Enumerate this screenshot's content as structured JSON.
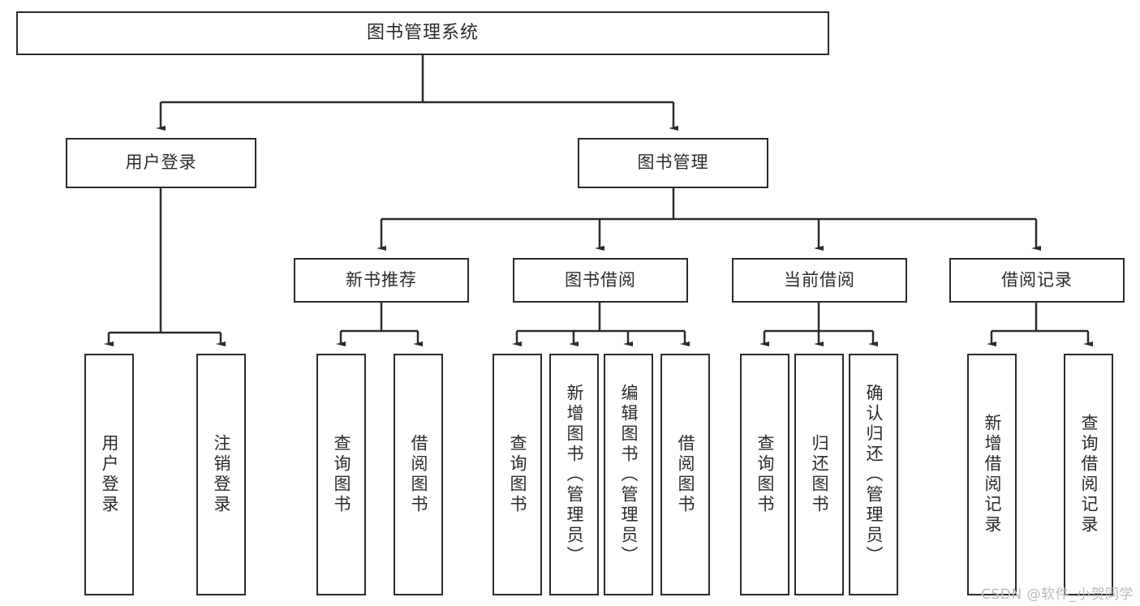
{
  "diagram": {
    "title_node": {
      "label": "图书管理系统"
    },
    "level2": [
      {
        "id": "user-login",
        "label": "用户登录"
      },
      {
        "id": "book-manage",
        "label": "图书管理"
      }
    ],
    "level3": [
      {
        "id": "new-book-recommend",
        "label": "新书推荐"
      },
      {
        "id": "book-borrow",
        "label": "图书借阅"
      },
      {
        "id": "current-borrow",
        "label": "当前借阅"
      },
      {
        "id": "borrow-record",
        "label": "借阅记录"
      }
    ],
    "leaves": {
      "user_login": [
        {
          "id": "leaf-user-login",
          "label": "用户登录"
        },
        {
          "id": "leaf-logout-login",
          "label": "注销登录"
        }
      ],
      "new_book_recommend": [
        {
          "id": "leaf-query-book-1",
          "label": "查询图书"
        },
        {
          "id": "leaf-borrow-book-1",
          "label": "借阅图书"
        }
      ],
      "book_borrow": [
        {
          "id": "leaf-query-book-2",
          "label": "查询图书"
        },
        {
          "id": "leaf-add-book",
          "label": "新增图书（管理员）"
        },
        {
          "id": "leaf-edit-book",
          "label": "编辑图书（管理员）"
        },
        {
          "id": "leaf-borrow-book-2",
          "label": "借阅图书"
        }
      ],
      "current_borrow": [
        {
          "id": "leaf-query-book-3",
          "label": "查询图书"
        },
        {
          "id": "leaf-return-book",
          "label": "归还图书"
        },
        {
          "id": "leaf-confirm-return",
          "label": "确认归还（管理员）"
        }
      ],
      "borrow_record": [
        {
          "id": "leaf-add-record",
          "label": "新增借阅记录"
        },
        {
          "id": "leaf-query-record",
          "label": "查询借阅记录"
        }
      ]
    }
  },
  "watermark": {
    "text": "CSDN @软件_小贺同学"
  },
  "colors": {
    "line": "#2b2b2b",
    "box_border": "#2b2b2b",
    "box_fill": "#ffffff",
    "text": "#2b2b2b",
    "watermark": "#b9b9b9",
    "background": "#ffffff"
  }
}
